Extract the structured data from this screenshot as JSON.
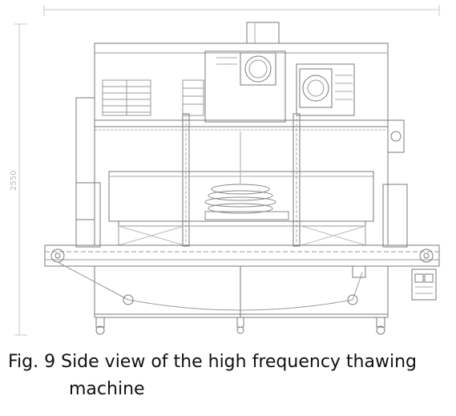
{
  "drawing": {
    "overall_height_dim": "2550"
  },
  "caption": {
    "line1": "Fig. 9 Side view of the high frequency thawing",
    "line2": "machine"
  }
}
